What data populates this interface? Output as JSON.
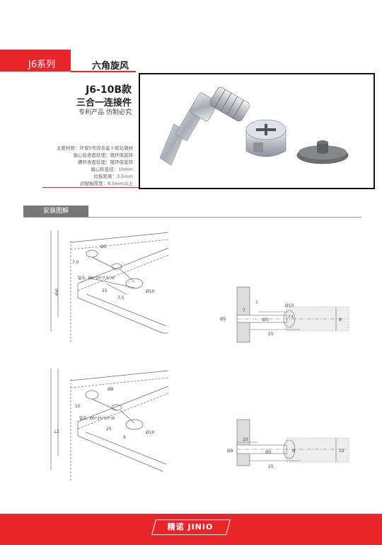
{
  "header": {
    "series": "J6系列",
    "section": "六角旋风"
  },
  "product": {
    "model": "J6-10B款",
    "subtitle": "三合一连接件",
    "patent": "专利产品 仿制必究"
  },
  "specs": [
    "主要材质：环保5号锌合金＋碳化钢材",
    "偏心轮表面处理：镀环保蓝锌",
    "螺杆表面处理：镀环保蓝锌",
    "偏心轮直径：10mm",
    "拉板距离：3.5mm",
    "适配板厚度：8.5mm以上"
  ],
  "install": {
    "tab": "安装图解"
  },
  "diagram1": {
    "iso": {
      "dia_hole": "Ø5",
      "depth": "7.0",
      "drill": "钻孔: Ø5*25*7.5°/8",
      "thickness": "9",
      "len25": "25",
      "len7": "7.5",
      "cam": "Ø10"
    },
    "section": {
      "d10": "Ø10",
      "d5": "Ø5",
      "one": "1",
      "seven": "7",
      "small_d": "Ø5",
      "sub": "7.5",
      "len": "25",
      "nine": "9"
    }
  },
  "diagram2": {
    "iso": {
      "dia_hole": "Ø8",
      "depth": "10",
      "drill": "钻孔: Ø5*25*10°/8",
      "thickness": "12",
      "len25": "25",
      "len9": "9",
      "cam": "Ø10"
    },
    "section": {
      "d8": "Ø8",
      "ten": "10",
      "d5": "Ø5",
      "nine": "9",
      "twelve": "12",
      "len": "25"
    }
  },
  "footer": {
    "brand": "精诺 JINIO"
  }
}
